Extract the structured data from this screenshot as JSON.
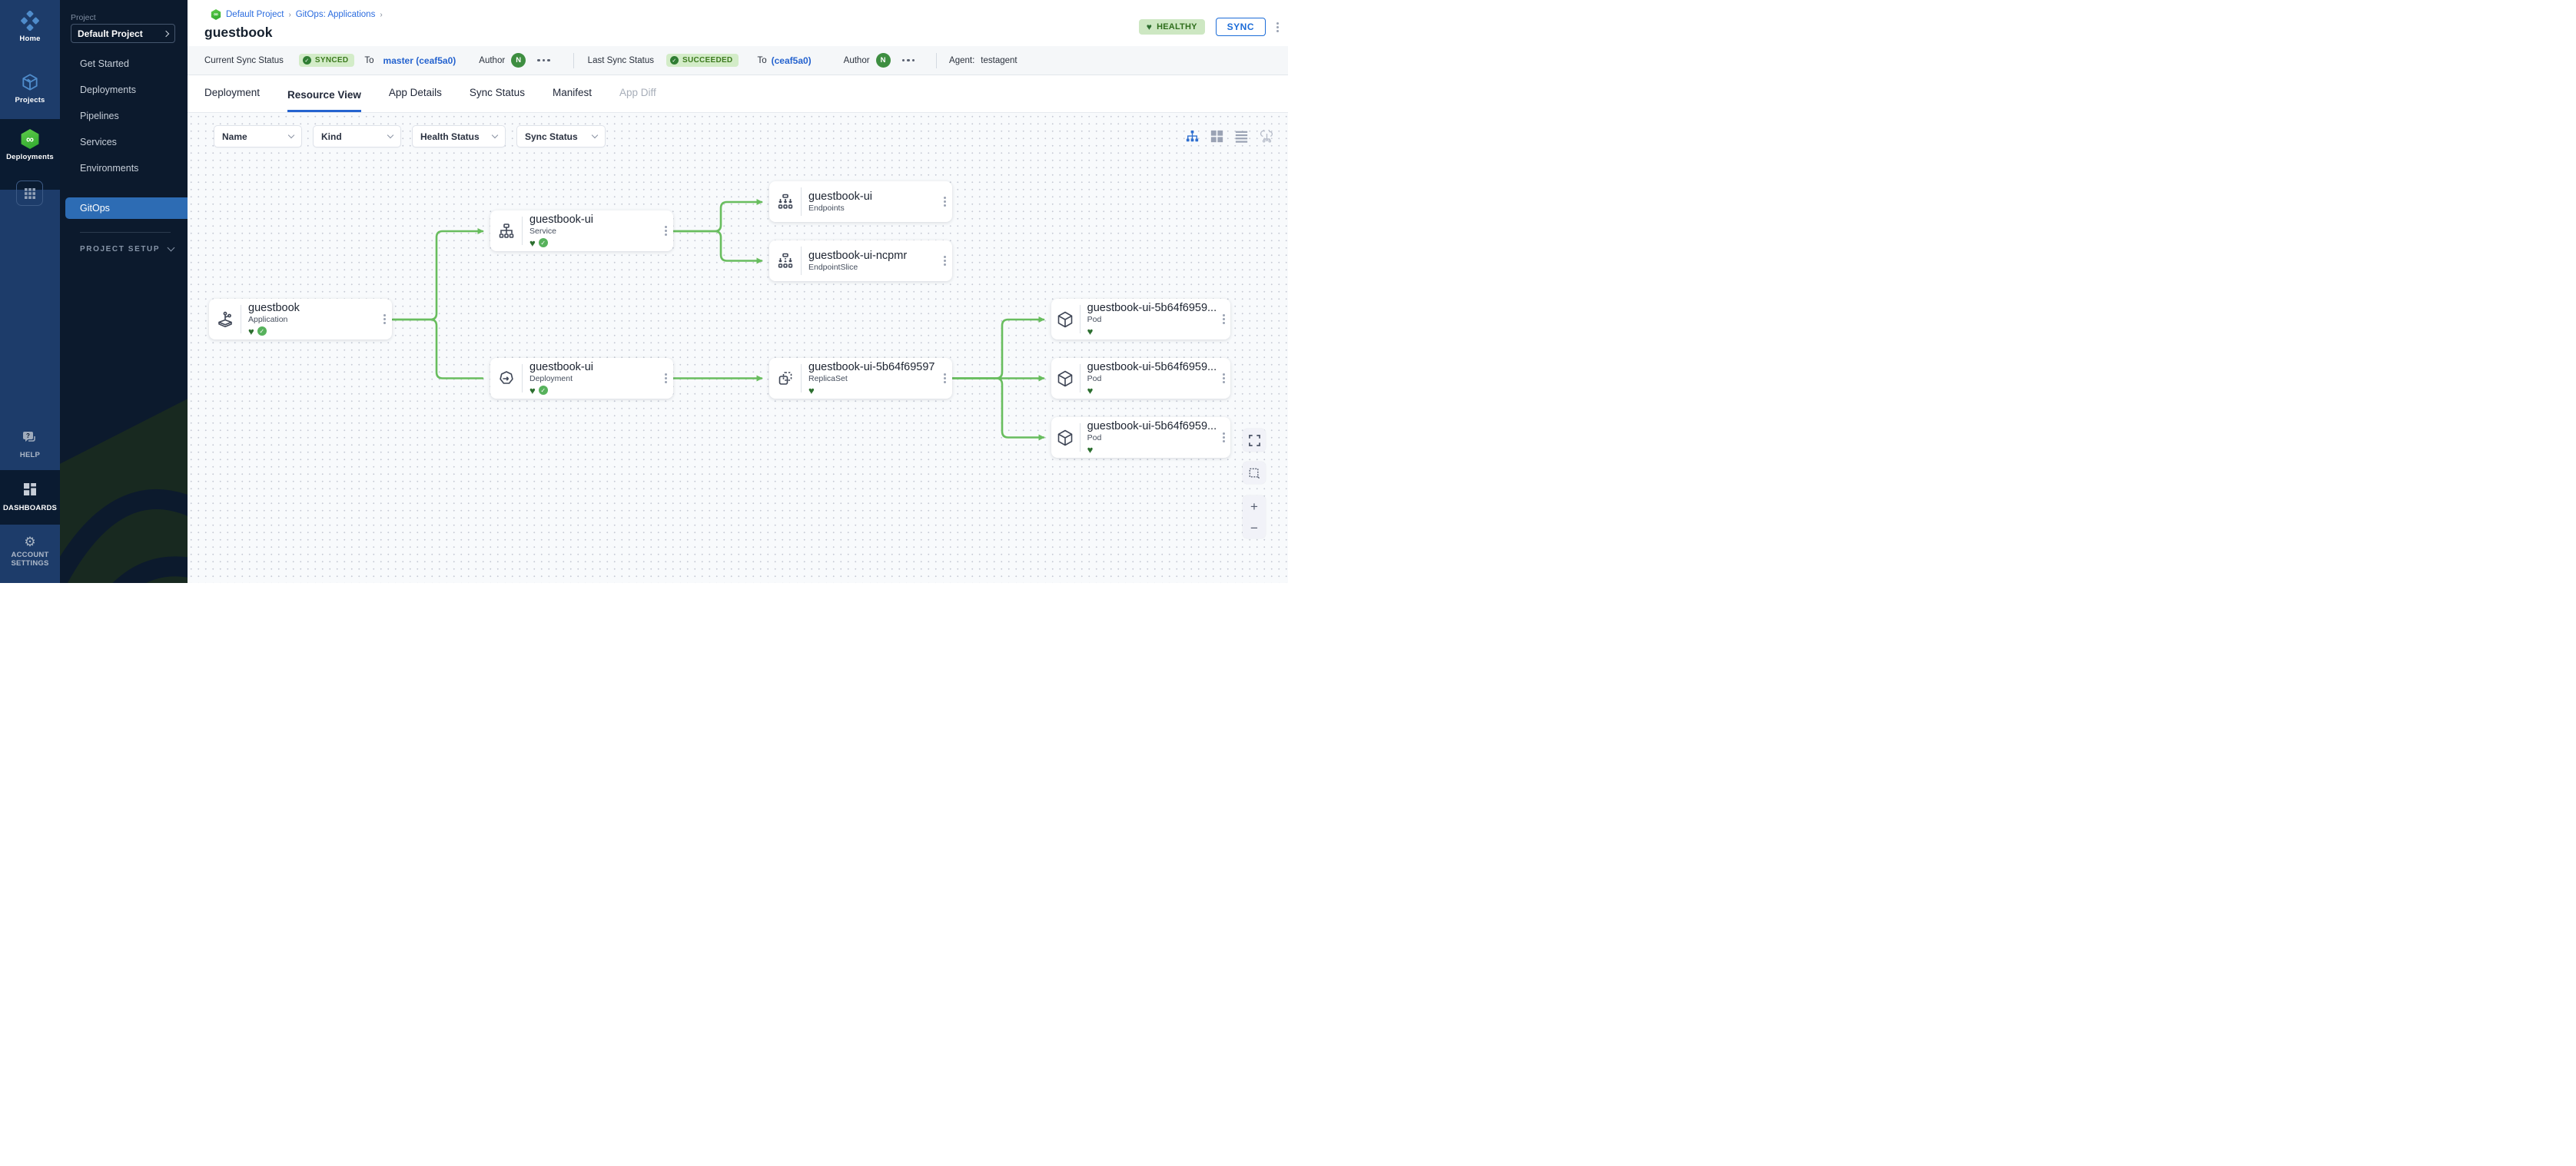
{
  "brand": {
    "logo_glyph": "∞"
  },
  "rail": {
    "home_label": "Home",
    "projects_label": "Projects",
    "deployments_label": "Deployments",
    "help_label": "HELP",
    "dashboards_label": "DASHBOARDS",
    "account_label_line1": "ACCOUNT",
    "account_label_line2": "SETTINGS"
  },
  "panel": {
    "section_label": "Project",
    "selector_value": "Default Project",
    "menu": [
      {
        "label": "Get Started"
      },
      {
        "label": "Deployments"
      },
      {
        "label": "Pipelines"
      },
      {
        "label": "Services"
      },
      {
        "label": "Environments"
      },
      {
        "label": "GitOps"
      }
    ],
    "project_setup_label": "PROJECT SETUP"
  },
  "header": {
    "breadcrumb": [
      {
        "label": "Default Project"
      },
      {
        "label": "GitOps: Applications"
      }
    ],
    "separator": "›",
    "title": "guestbook",
    "health_badge": "HEALTHY",
    "health_heart": "♥",
    "sync_button": "SYNC"
  },
  "syncbar": {
    "current_label": "Current Sync Status",
    "current_badge": "SYNCED",
    "check_glyph": "✓",
    "to_label": "To",
    "current_target": "master (ceaf5a0)",
    "author_label": "Author",
    "author_initial": "N",
    "last_label": "Last Sync Status",
    "last_badge": "SUCCEEDED",
    "last_target": "(ceaf5a0)",
    "agent_label": "Agent:",
    "agent_value": "testagent"
  },
  "tabs": [
    {
      "label": "Deployment"
    },
    {
      "label": "Resource View"
    },
    {
      "label": "App Details"
    },
    {
      "label": "Sync Status"
    },
    {
      "label": "Manifest"
    },
    {
      "label": "App Diff"
    }
  ],
  "filters": [
    {
      "label": "Name"
    },
    {
      "label": "Kind"
    },
    {
      "label": "Health Status"
    },
    {
      "label": "Sync Status"
    }
  ],
  "graph": {
    "nodes": [
      {
        "name": "guestbook",
        "kind": "Application",
        "healthy": true,
        "synced": true
      },
      {
        "name": "guestbook-ui",
        "kind": "Service",
        "healthy": true,
        "synced": true
      },
      {
        "name": "guestbook-ui",
        "kind": "Endpoints",
        "healthy": false,
        "synced": false
      },
      {
        "name": "guestbook-ui-ncpmr",
        "kind": "EndpointSlice",
        "healthy": false,
        "synced": false
      },
      {
        "name": "guestbook-ui",
        "kind": "Deployment",
        "healthy": true,
        "synced": true
      },
      {
        "name": "guestbook-ui-5b64f69597",
        "kind": "ReplicaSet",
        "healthy": true,
        "synced": false
      },
      {
        "name": "guestbook-ui-5b64f6959...",
        "kind": "Pod",
        "healthy": true,
        "synced": false
      },
      {
        "name": "guestbook-ui-5b64f6959...",
        "kind": "Pod",
        "healthy": true,
        "synced": false
      },
      {
        "name": "guestbook-ui-5b64f6959...",
        "kind": "Pod",
        "healthy": true,
        "synced": false
      }
    ],
    "status_heart": "♥",
    "status_check": "✓"
  },
  "zoom_controls": {
    "zoom_in": "+",
    "zoom_out": "−"
  },
  "colors": {
    "accent_blue": "#2563cf",
    "edge_green": "#68bd5e",
    "badge_green_bg": "#d3ecc8",
    "badge_green_text": "#3c7a1e",
    "heart_green": "#2c6e2f",
    "rail_blue": "#1d3c6a",
    "rail_dark": "#0a1b31",
    "panel_navy": "#0c1a2d",
    "active_menu_blue": "#2d6cb4"
  }
}
